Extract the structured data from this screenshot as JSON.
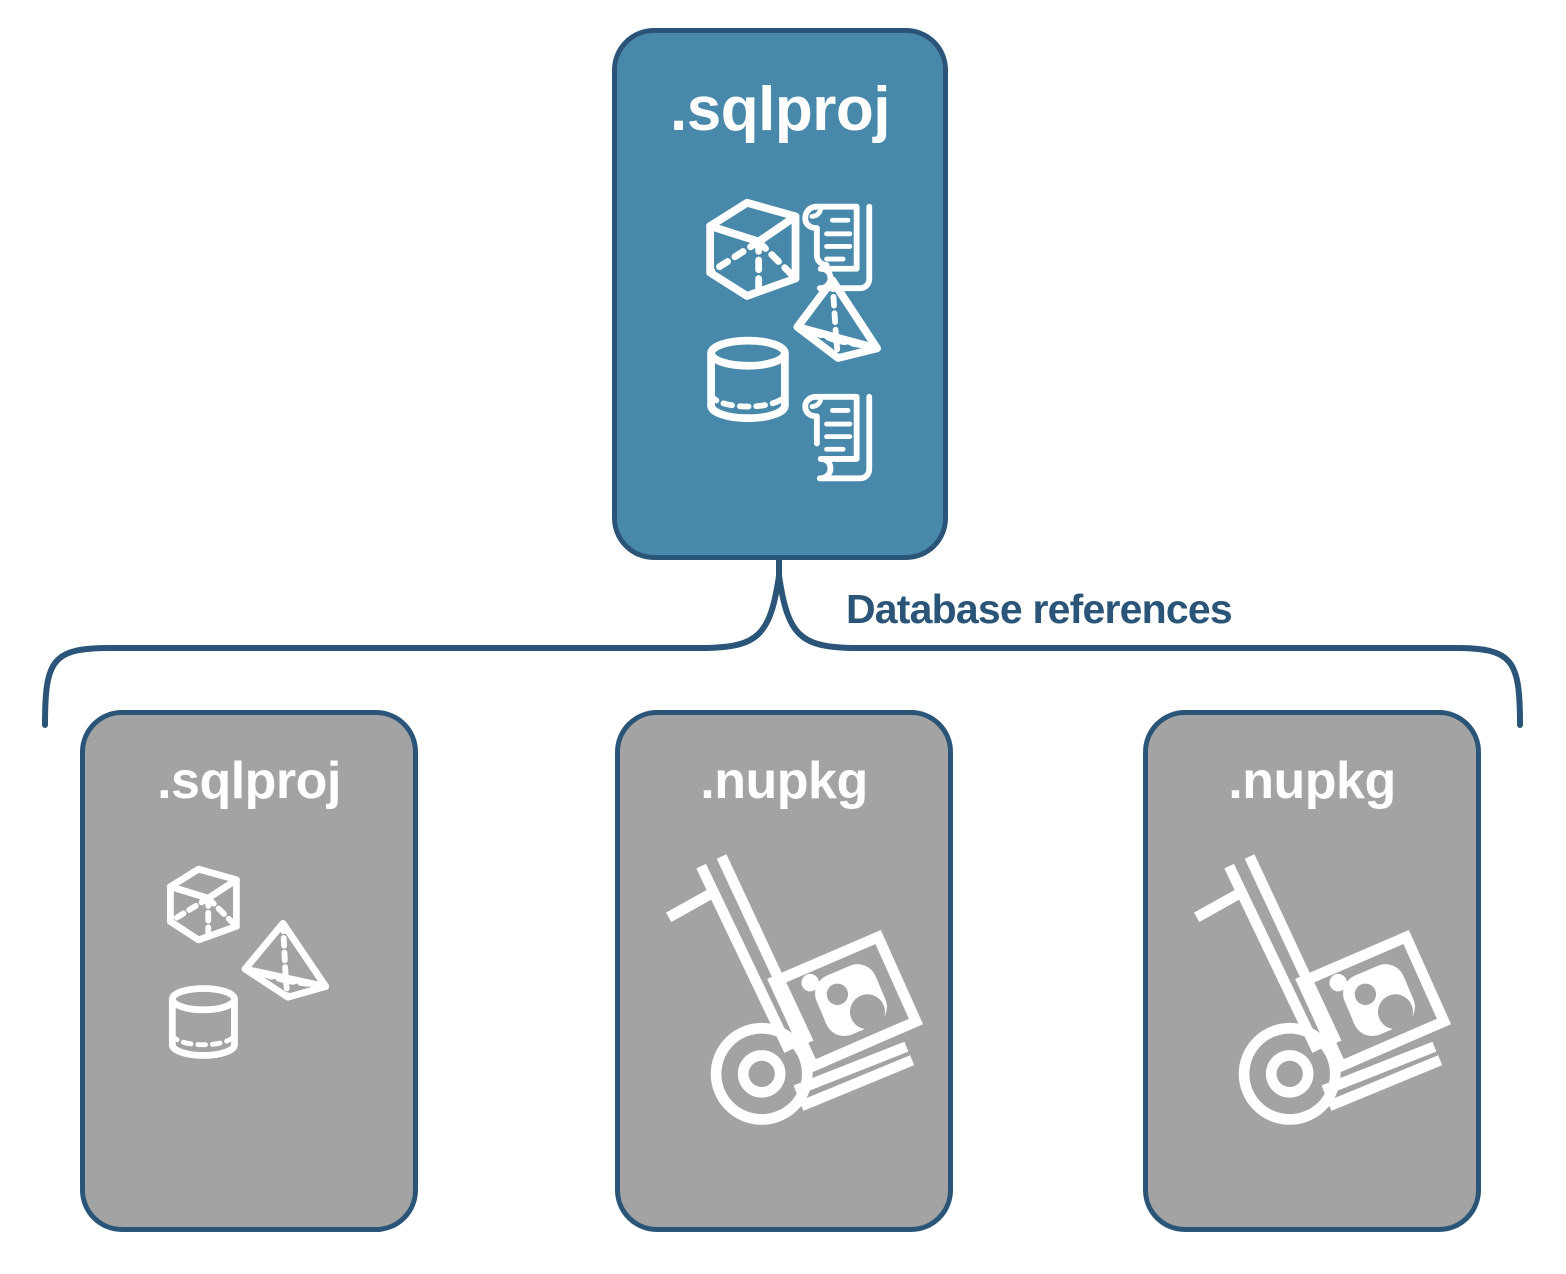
{
  "diagram": {
    "title": "Database references",
    "colors": {
      "primary_fill": "#4889ab",
      "secondary_fill": "#a3a3a3",
      "stroke": "#2b5578",
      "icon": "#ffffff",
      "background": "#ffffff"
    },
    "connector": {
      "label": "Database references",
      "style": "curly-brace",
      "from": "root-sqlproj",
      "to": [
        "reference-sqlproj",
        "reference-nupkg-1",
        "reference-nupkg-2"
      ]
    },
    "root": {
      "id": "root-sqlproj",
      "label": ".sqlproj",
      "kind": "primary",
      "icons": [
        "cube-icon",
        "scroll-icon",
        "pyramid-icon",
        "cylinder-icon",
        "scroll-icon"
      ]
    },
    "references": [
      {
        "id": "reference-sqlproj",
        "label": ".sqlproj",
        "kind": "secondary",
        "icons": [
          "cube-icon",
          "pyramid-icon",
          "cylinder-icon"
        ]
      },
      {
        "id": "reference-nupkg-1",
        "label": ".nupkg",
        "kind": "secondary",
        "icons": [
          "hand-truck-icon",
          "nuget-package-icon"
        ]
      },
      {
        "id": "reference-nupkg-2",
        "label": ".nupkg",
        "kind": "secondary",
        "icons": [
          "hand-truck-icon",
          "nuget-package-icon"
        ]
      }
    ]
  }
}
